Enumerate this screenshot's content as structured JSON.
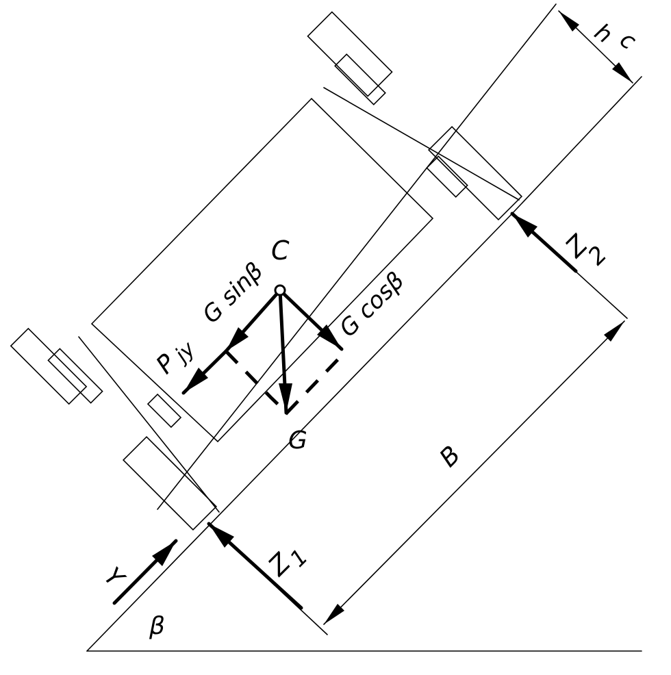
{
  "labels": {
    "hc_main": "h",
    "hc_sub": "c",
    "z2_main": "Z",
    "z2_sub": "2",
    "c_point": "C",
    "g_sin": "G sinβ",
    "g_cos": "G cosβ",
    "p_main": "P",
    "p_sub": "jy",
    "g_weight": "G",
    "b_dim": "B",
    "y_force": "Y",
    "z1_main": "Z",
    "z1_sub": "1",
    "beta_angle": "β"
  }
}
